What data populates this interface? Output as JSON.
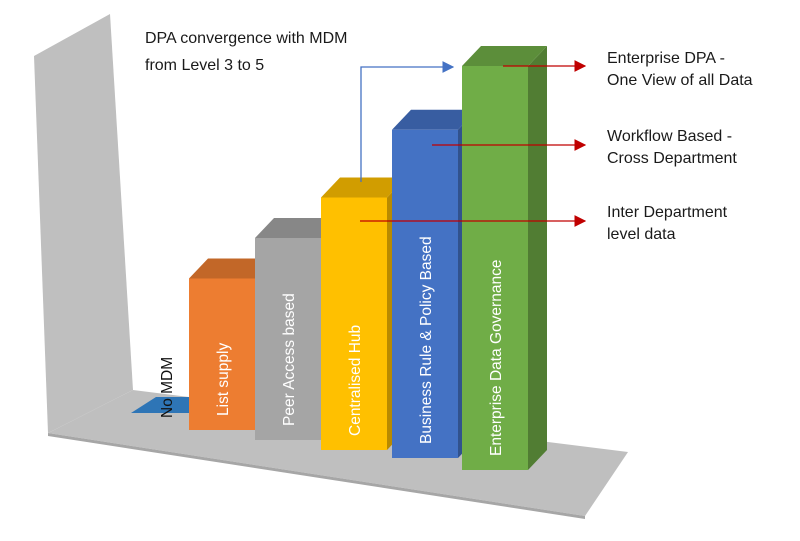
{
  "chart_data": {
    "type": "bar",
    "title_lines": [
      "DPA convergence with MDM",
      "from Level 3 to 5"
    ],
    "categories": [
      "No MDM",
      "List supply",
      "Peer Access based",
      "Centralised Hub",
      "Business Rule & Policy Based",
      "Enterprise Data Governance"
    ],
    "values": [
      0.5,
      3,
      4,
      5,
      6.5,
      8
    ],
    "ylim": [
      0,
      8
    ],
    "grid": false,
    "legend": "none",
    "colors": [
      "#2e75b6",
      "#ed7d31",
      "#a5a5a5",
      "#ffc000",
      "#4472c4",
      "#70ad47"
    ],
    "annotations": [
      {
        "lines": [
          "Enterprise DPA -",
          "One View of all Data"
        ],
        "points_to": "Enterprise Data Governance"
      },
      {
        "lines": [
          "Workflow Based -",
          "Cross Department"
        ],
        "points_to": "Business Rule & Policy Based"
      },
      {
        "lines": [
          "Inter Department",
          "level data"
        ],
        "points_to": "Centralised Hub"
      }
    ]
  }
}
